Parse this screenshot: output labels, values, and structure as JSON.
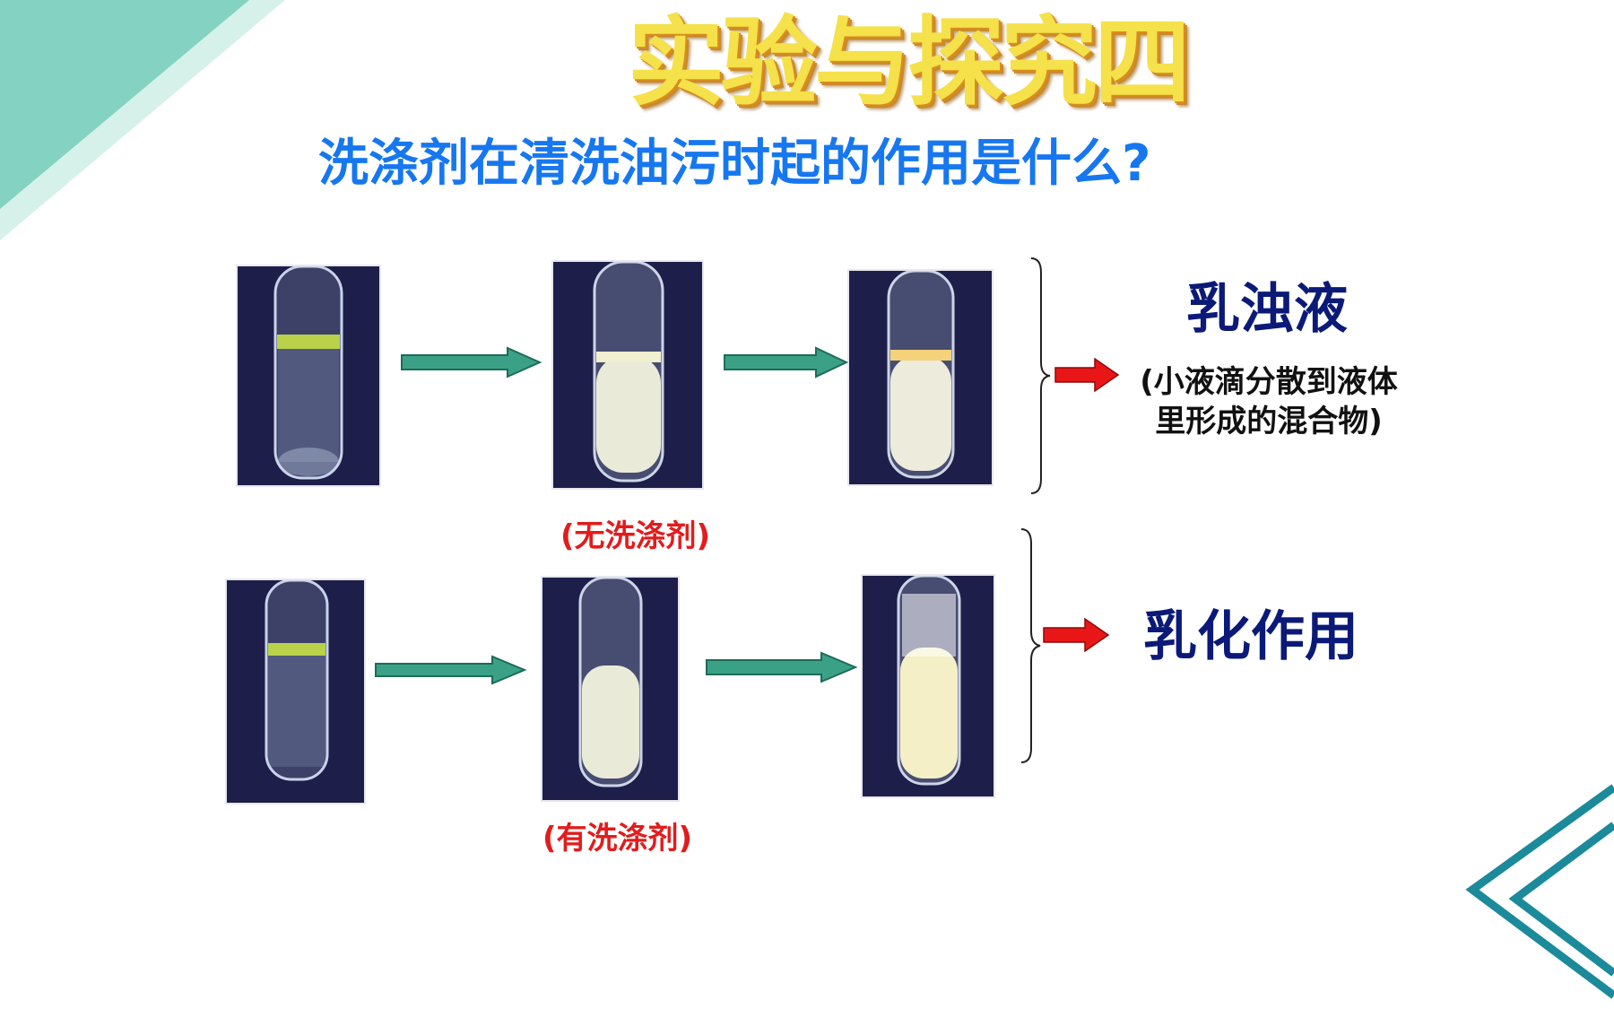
{
  "slide": {
    "title": "实验与探究四",
    "question": "洗涤剂在清洗油污时起的作用是什么?",
    "row1_caption": "(无洗涤剂)",
    "row2_caption": "(有洗涤剂)",
    "result1_title": "乳浊液",
    "result1_explanation": "(小液滴分散到液体里形成的混合物)",
    "result2_title": "乳化作用"
  },
  "colors": {
    "title_fill": "#f5e14a",
    "question": "#1677f0",
    "caption": "#e21c1c",
    "result": "#0b1a78",
    "flow_arrow": "#3aa187",
    "result_arrow": "#e81616",
    "deco_green": "#7fd1c0",
    "deco_teal": "#1b8a9a"
  }
}
